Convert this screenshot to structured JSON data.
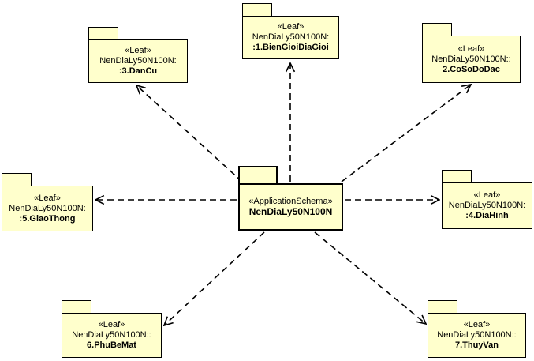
{
  "diagram": {
    "type": "uml-package-dependency-diagram",
    "background_color": "#FFFFFF",
    "package_fill_color": "#FFFFCC",
    "package_border_color": "#000000",
    "arrow_style": "dashed-open-arrowhead",
    "center": {
      "stereotype": "«ApplicationSchema»",
      "name": "NenDiaLy50N100N"
    },
    "packages": [
      {
        "id": "bien-gioi-dia-gioi",
        "position": "top-center",
        "stereotype": "«Leaf»",
        "namespace": "NenDiaLy50N100N:",
        "name": ":1.BienGioiDiaGioi"
      },
      {
        "id": "dan-cu",
        "position": "top-left",
        "stereotype": "«Leaf»",
        "namespace": "NenDiaLy50N100N:",
        "name": ":3.DanCu"
      },
      {
        "id": "co-so-do-dac",
        "position": "top-right",
        "stereotype": "«Leaf»",
        "namespace": "NenDiaLy50N100N::",
        "name": "2.CoSoDoDac"
      },
      {
        "id": "giao-thong",
        "position": "middle-left",
        "stereotype": "«Leaf»",
        "namespace": "NenDiaLy50N100N:",
        "name": ":5.GiaoThong"
      },
      {
        "id": "dia-hinh",
        "position": "middle-right",
        "stereotype": "«Leaf»",
        "namespace": "NenDiaLy50N100N:",
        "name": ":4.DiaHinh"
      },
      {
        "id": "phu-be-mat",
        "position": "bottom-left",
        "stereotype": "«Leaf»",
        "namespace": "NenDiaLy50N100N::",
        "name": "6.PhuBeMat"
      },
      {
        "id": "thuy-van",
        "position": "bottom-right",
        "stereotype": "«Leaf»",
        "namespace": "NenDiaLy50N100N::",
        "name": "7.ThuyVan"
      }
    ],
    "dependencies": [
      {
        "from": "NenDiaLy50N100N",
        "to": ":1.BienGioiDiaGioi"
      },
      {
        "from": "NenDiaLy50N100N",
        "to": ":3.DanCu"
      },
      {
        "from": "NenDiaLy50N100N",
        "to": "2.CoSoDoDac"
      },
      {
        "from": "NenDiaLy50N100N",
        "to": ":5.GiaoThong"
      },
      {
        "from": "NenDiaLy50N100N",
        "to": ":4.DiaHinh"
      },
      {
        "from": "NenDiaLy50N100N",
        "to": "6.PhuBeMat"
      },
      {
        "from": "NenDiaLy50N100N",
        "to": "7.ThuyVan"
      }
    ]
  }
}
